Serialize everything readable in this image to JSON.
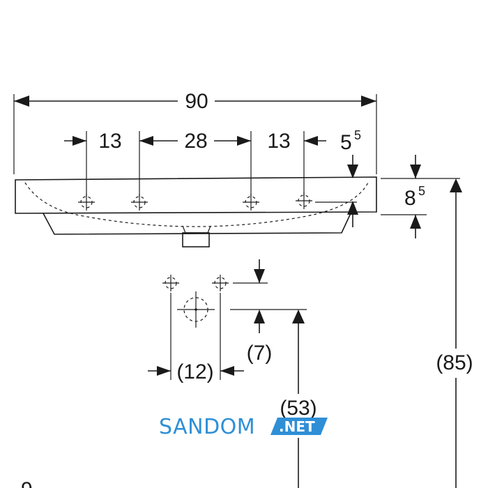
{
  "dimensions": {
    "total_width": "90",
    "left_offset": "13",
    "middle_span": "28",
    "right_offset": "13",
    "edge_main": "5",
    "edge_sup": "5",
    "thickness_main": "8",
    "thickness_sup": "5",
    "total_height": "(85)",
    "hole_spacing": "(12)",
    "hole_offset": "(7)",
    "drain_height": "(53)"
  },
  "watermark": {
    "name": "SANDOM",
    "suffix": ".NET"
  },
  "partial_text": "9",
  "colors": {
    "line": "#1a1a1a",
    "brand_blue": "#2f8fd6"
  }
}
